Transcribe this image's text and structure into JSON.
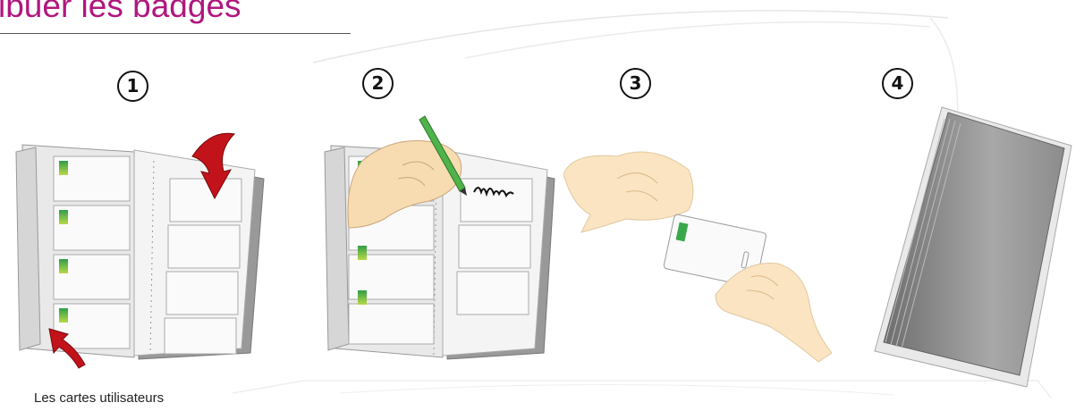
{
  "title": "ibuer les badges",
  "steps": [
    {
      "number": "1"
    },
    {
      "number": "2"
    },
    {
      "number": "3"
    },
    {
      "number": "4"
    }
  ],
  "caption": "Les cartes utilisateurs",
  "colors": {
    "title": "#b0177f",
    "arrow": "#c2121a",
    "card_tab": "#3aa84a",
    "pen": "#4fb24a",
    "skin": "#f6dcb0",
    "cover": "#8a8a8a"
  }
}
